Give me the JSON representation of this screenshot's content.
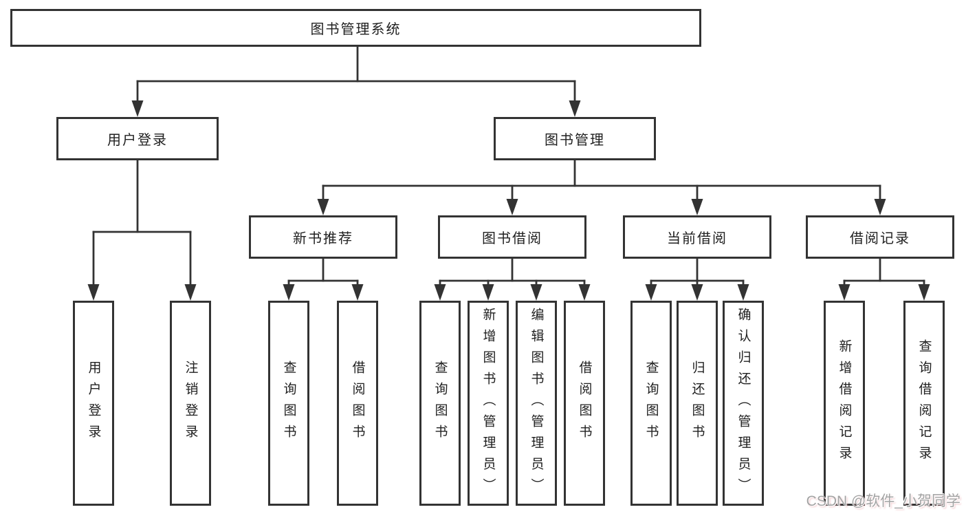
{
  "diagram": {
    "colors": {
      "line": "#333333",
      "border": "#333333",
      "fill": "#ffffff",
      "text": "#1f1f1f",
      "watermark": "#a3a3a3"
    },
    "watermark": "CSDN @软件_小贺同学",
    "tree": {
      "label": "图书管理系统",
      "children": [
        {
          "label": "用户登录",
          "children": [
            {
              "label": "用户登录"
            },
            {
              "label": "注销登录"
            }
          ]
        },
        {
          "label": "图书管理",
          "children": [
            {
              "label": "新书推荐",
              "children": [
                {
                  "label": "查询图书"
                },
                {
                  "label": "借阅图书"
                }
              ]
            },
            {
              "label": "图书借阅",
              "children": [
                {
                  "label": "查询图书"
                },
                {
                  "label": "新增图书（管理员）"
                },
                {
                  "label": "编辑图书（管理员）"
                },
                {
                  "label": "借阅图书"
                }
              ]
            },
            {
              "label": "当前借阅",
              "children": [
                {
                  "label": "查询图书"
                },
                {
                  "label": "归还图书"
                },
                {
                  "label": "确认归还（管理员）"
                }
              ]
            },
            {
              "label": "借阅记录",
              "children": [
                {
                  "label": "新增借阅记录"
                },
                {
                  "label": "查询借阅记录"
                }
              ]
            }
          ]
        }
      ]
    }
  }
}
